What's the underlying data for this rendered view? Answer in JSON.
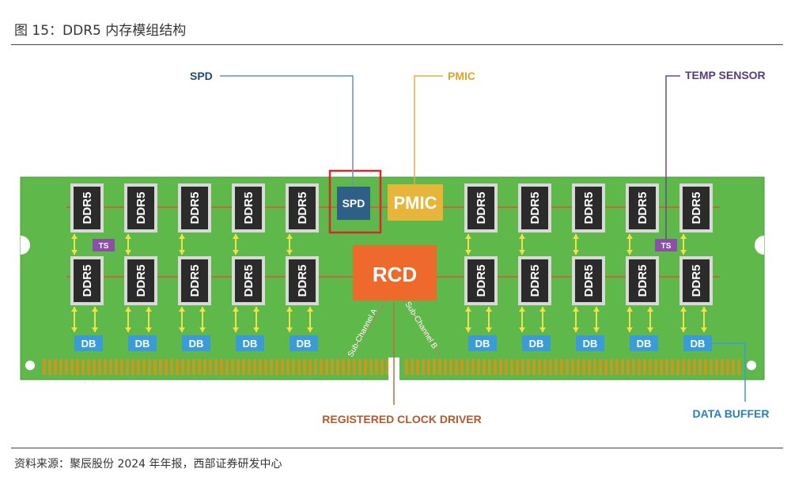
{
  "figure": {
    "title": "图 15：DDR5 内存模组结构",
    "source": "资料来源：聚辰股份 2024 年年报，西部证券研发中心"
  },
  "labels": {
    "spd": "SPD",
    "pmic": "PMIC",
    "temp_sensor": "TEMP SENSOR",
    "registered_clock_driver": "REGISTERED CLOCK DRIVER",
    "data_buffer": "DATA BUFFER"
  },
  "chips": {
    "dram": "DDR5",
    "ts": "TS",
    "db": "DB",
    "spd": "SPD",
    "pmic": "PMIC",
    "rcd": "RCD"
  },
  "channels": {
    "a": "Sub-Channel A",
    "b": "Sub-Channel B"
  },
  "colors": {
    "pcb": "#5fb84a",
    "pcb_dark": "#4a9a38",
    "dram": "#2b2b2b",
    "rcd": "#ee6a2c",
    "pmic": "#e7b53a",
    "spd": "#2f5f86",
    "db": "#3a9bd6",
    "ts": "#8a4fa6",
    "highlight": "#d62a2a",
    "spd_label": "#1f4a78",
    "pmic_label": "#d9a52c",
    "temp_label": "#5a3c7a",
    "rcd_label": "#b5582e",
    "db_label": "#2a7fb5"
  }
}
